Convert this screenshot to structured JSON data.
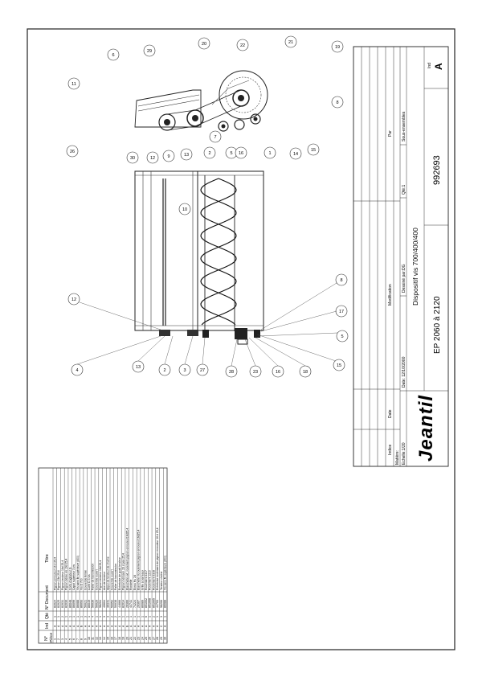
{
  "headers": {
    "num": "N°",
    "piece": "Pièce",
    "ind": "Ind",
    "qte": "Qté",
    "doc": "N° Document",
    "titre": "Titre"
  },
  "parts": [
    {
      "n": "1",
      "ind": "A",
      "qty": "1",
      "doc": "82024",
      "title": "Pignon enrouleur 16 d 25,4"
    },
    {
      "n": "2",
      "ind": "A",
      "qty": "1",
      "doc": "82025",
      "title": "Pignon 23d 25,4"
    },
    {
      "n": "3",
      "ind": "A",
      "qty": "2",
      "doc": "82031",
      "title": "Pignon tendeur 16d 25,4"
    },
    {
      "n": "4",
      "ind": "A",
      "qty": "1",
      "doc": "82030",
      "title": "Pignon 3ème vis 19d 25,4"
    },
    {
      "n": "5",
      "ind": "A",
      "qty": "1",
      "doc": "86048",
      "title": "Corté d'agitateur G"
    },
    {
      "n": "6",
      "ind": "A",
      "qty": "1",
      "doc": "86099",
      "title": "Capot supérieur 3 vis"
    },
    {
      "n": "7",
      "ind": "A",
      "qty": "1",
      "doc": "86088",
      "title": "Vis sans fin supérieure (400)"
    },
    {
      "n": "8",
      "ind": "B",
      "qty": "1",
      "doc": "86093",
      "title": "Vis D 700"
    },
    {
      "n": "9",
      "ind": "A",
      "qty": "3",
      "doc": "50021",
      "title": "Couvercle fermé"
    },
    {
      "n": "10",
      "ind": "A",
      "qty": "1",
      "doc": "86049",
      "title": "Corté D 3 vis"
    },
    {
      "n": "11",
      "ind": "A",
      "qty": "4",
      "doc": "50036",
      "title": "Palier de transmission"
    },
    {
      "n": "12",
      "ind": "A",
      "qty": "1",
      "doc": "50020",
      "title": "Couvercle ouvert"
    },
    {
      "n": "13",
      "ind": "A",
      "qty": "1",
      "doc": "98204",
      "title": "Pignon tendeur 16d 25,4"
    },
    {
      "n": "14",
      "ind": "A",
      "qty": "3",
      "doc": "40604",
      "title": "Axe de tendeur"
    },
    {
      "n": "15",
      "ind": "A",
      "qty": "3",
      "doc": "36341",
      "title": "Appui de tendeur de chaîne"
    },
    {
      "n": "16",
      "ind": "A",
      "qty": "2",
      "doc": "50052",
      "title": "Couvercle ouvert"
    },
    {
      "n": "17",
      "ind": "A",
      "qty": "2",
      "doc": "50038",
      "title": "Palier de transmission"
    },
    {
      "n": "18",
      "ind": "A",
      "qty": "3",
      "doc": "44666",
      "title": "Entretoise de guait tendeur"
    },
    {
      "n": "19",
      "ind": "A",
      "qty": "1",
      "doc": "82014",
      "title": "Pignon hérisson 23 d pas 25,4"
    },
    {
      "n": "20",
      "ind": "B",
      "qty": "1",
      "doc": "26366",
      "title": "Etanchéité ext. roulement pignon enrouleur16d25,4"
    },
    {
      "n": "21",
      "ind": "A",
      "qty": "1",
      "doc": "44741",
      "title": "Rondelle"
    },
    {
      "n": "22",
      "ind": "A",
      "qty": "1",
      "doc": "74224",
      "title": "Ecrou Hu 24"
    },
    {
      "n": "23",
      "ind": "A",
      "qty": "1",
      "doc": "26367",
      "title": "Etanchéité int.roulement pignon enrouleur16d25,4"
    },
    {
      "n": "24",
      "ind": "A",
      "qty": "1",
      "doc": "86089",
      "title": "Grille à barreaux"
    },
    {
      "n": "25",
      "ind": "A",
      "qty": "6",
      "doc": "851002",
      "title": "Roulement 6307"
    },
    {
      "n": "26",
      "ind": "A",
      "qty": "1",
      "doc": "851068",
      "title": "Roulement 1210"
    },
    {
      "n": "27",
      "ind": "A",
      "qty": "2",
      "doc": "851005",
      "title": "Roulement 6308"
    },
    {
      "n": "28",
      "ind": "A",
      "qty": "1",
      "doc": "44703",
      "title": "Entretoise roulement de pignon enrouleur 16 d 25,4"
    },
    {
      "n": "29",
      "ind": "C",
      "qty": "3",
      "doc": "98206",
      "title": "Tendeur chaîne"
    },
    {
      "n": "30",
      "ind": "A",
      "qty": "1",
      "doc": "86088",
      "title": "Vis sans fin supérieure (400)"
    }
  ],
  "balloons_top": [
    "11",
    "6",
    "29",
    "20",
    "22",
    "21",
    "19",
    "8",
    "26",
    "30",
    "12",
    "13",
    "2",
    "5",
    "10",
    "1",
    "14",
    "15",
    "7",
    "9",
    "16"
  ],
  "balloons_bottom": [
    "4",
    "12",
    "13",
    "2",
    "3",
    "27",
    "28",
    "23",
    "16",
    "18",
    "15",
    "8",
    "17",
    "5"
  ],
  "title_block": {
    "indice_label": "Indice",
    "date_label": "Date",
    "modification_label": "Modification",
    "par_label": "Par",
    "matiere_label": "Matière:",
    "echelle": "Echelle:1/20",
    "date_value": "Date: 12/10/2000",
    "dessine": "Dessiné par:DG",
    "qte": "Qté:1",
    "type": "Sous-ensembles",
    "brand": "Jeantil",
    "designation": "Dispositif vis 700/400/400",
    "model": "EP 2060 à 2120",
    "number": "992693",
    "ind_label": "Ind",
    "ind_value": "A"
  }
}
